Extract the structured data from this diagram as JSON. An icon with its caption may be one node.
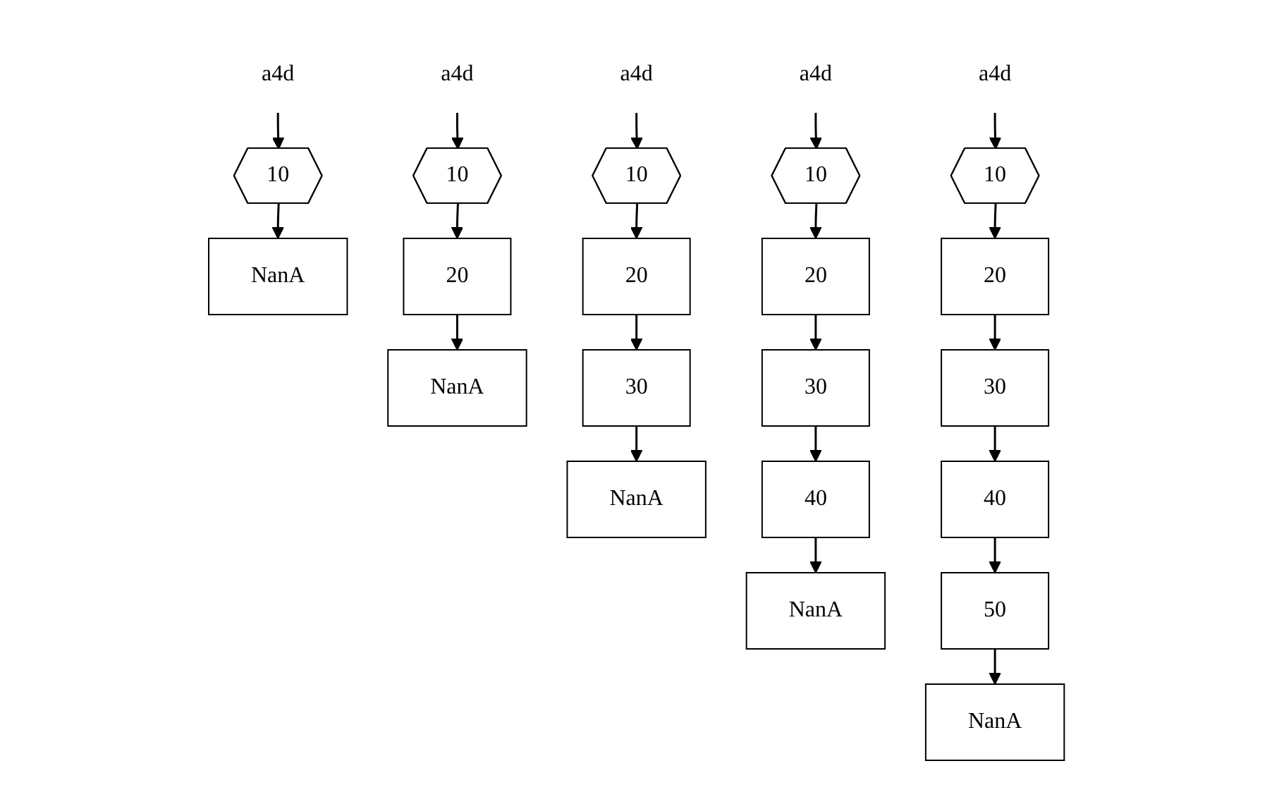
{
  "diagram": {
    "nodes": [
      {
        "text": [
          "a4d"
        ]
      },
      {
        "text": [
          "10"
        ]
      },
      {
        "text": [
          "NanA"
        ]
      },
      {
        "text": [
          "a4d"
        ]
      },
      {
        "text": [
          "10"
        ]
      },
      {
        "text": [
          "20"
        ]
      },
      {
        "text": [
          "NanA"
        ]
      },
      {
        "text": [
          "a4d"
        ]
      },
      {
        "text": [
          "10"
        ]
      },
      {
        "text": [
          "20"
        ]
      },
      {
        "text": [
          "30"
        ]
      },
      {
        "text": [
          "NanA"
        ]
      },
      {
        "text": [
          "a4d"
        ]
      },
      {
        "text": [
          "10"
        ]
      },
      {
        "text": [
          "20"
        ]
      },
      {
        "text": [
          "30"
        ]
      },
      {
        "text": [
          "40"
        ]
      },
      {
        "text": [
          "NanA"
        ]
      },
      {
        "text": [
          "a4d"
        ]
      },
      {
        "text": [
          "10"
        ]
      },
      {
        "text": [
          "20"
        ]
      },
      {
        "text": [
          "30"
        ]
      },
      {
        "text": [
          "40"
        ]
      },
      {
        "text": [
          "50"
        ]
      },
      {
        "text": [
          "NanA"
        ]
      }
    ],
    "edges": [
      {
        "from": 0,
        "to": 1,
        "arrow": "to"
      },
      {
        "from": 1,
        "to": 2,
        "arrow": "to"
      },
      {
        "from": 3,
        "to": 4,
        "arrow": "to"
      },
      {
        "from": 4,
        "to": 5,
        "arrow": "to"
      },
      {
        "from": 5,
        "to": 6,
        "arrow": "to"
      },
      {
        "from": 7,
        "to": 8,
        "arrow": "to"
      },
      {
        "from": 8,
        "to": 9,
        "arrow": "to"
      },
      {
        "from": 9,
        "to": 10,
        "arrow": "to"
      },
      {
        "from": 10,
        "to": 11,
        "arrow": "to"
      },
      {
        "from": 12,
        "to": 13,
        "arrow": "to"
      },
      {
        "from": 13,
        "to": 14,
        "arrow": "to"
      },
      {
        "from": 14,
        "to": 15,
        "arrow": "to"
      },
      {
        "from": 15,
        "to": 16,
        "arrow": "to"
      },
      {
        "from": 16,
        "to": 17,
        "arrow": "to"
      },
      {
        "from": 18,
        "to": 19,
        "arrow": "to"
      },
      {
        "from": 19,
        "to": 20,
        "arrow": "to"
      },
      {
        "from": 20,
        "to": 21,
        "arrow": "to"
      },
      {
        "from": 21,
        "to": 22,
        "arrow": "to"
      },
      {
        "from": 22,
        "to": 23,
        "arrow": "to"
      },
      {
        "from": 23,
        "to": 24,
        "arrow": "to"
      }
    ]
  }
}
